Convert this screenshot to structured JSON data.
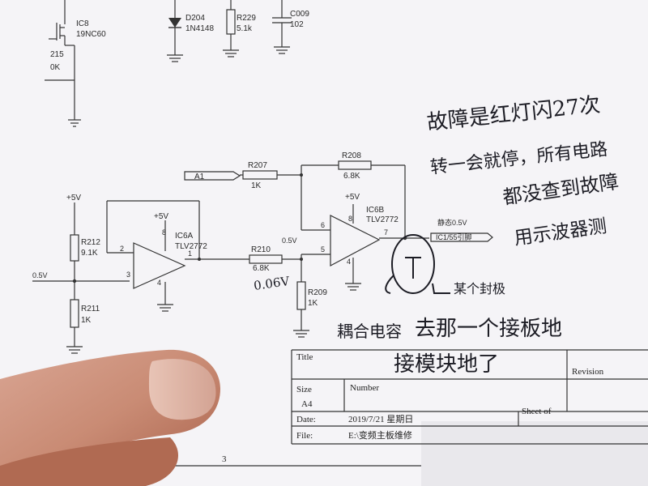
{
  "top_parts": {
    "ic8": "IC8",
    "ic8_value": "19NC60",
    "r215": "215",
    "r215_value": "0K",
    "d204": "D204",
    "d204_value": "1N4148",
    "r229": "R229",
    "r229_value": "5.1k",
    "c009": "C009",
    "c009_value": "102"
  },
  "circuit": {
    "a1": "A1",
    "r207": "R207",
    "r207_value": "1K",
    "r208": "R208",
    "r208_value": "6.8K",
    "plus5v_left": "+5V",
    "plus5v_ic6a": "+5V",
    "plus5v_ic6b": "+5V",
    "r212": "R212",
    "r212_value": "9.1K",
    "r211": "R211",
    "r211_value": "1K",
    "node_0_5v_left": "0.5V",
    "ic6a": "IC6A",
    "ic6a_part": "TLV2772",
    "ic6b": "IC6B",
    "ic6b_part": "TLV2772",
    "pin2": "2",
    "pin3": "3",
    "pin1": "1",
    "pin8a": "8",
    "pin4a": "4",
    "pin6": "6",
    "pin5": "5",
    "pin7": "7",
    "pin8b": "8",
    "pin4b": "4",
    "r210": "R210",
    "r210_value": "6.8K",
    "node_0_5v_mid": "0.5V",
    "r209": "R209",
    "r209_value": "1K",
    "static_voltage": "静态0.5V",
    "output_net": "IC1/55引脚"
  },
  "handwriting": {
    "line1": "故障是红灯闪27次",
    "line2": "转一会就停，所有电路",
    "line3": "都没查到故障",
    "line4": "用示波器测",
    "meas": "0.06V",
    "coupling_cap": "耦合电容",
    "coupling_note": "去那一个接板地",
    "module_ground": "接模块地了",
    "pick_one": "某个封极"
  },
  "title_block": {
    "title_label": "Title",
    "size_label": "Size",
    "size_value": "A4",
    "number_label": "Number",
    "revision_label": "Revision",
    "date_label": "Date:",
    "date_value": "2019/7/21 星期日",
    "sheet_label": "Sheet   of",
    "file_label": "File:",
    "file_value": "E:\\变频主板维修",
    "sheet_number": "3"
  }
}
